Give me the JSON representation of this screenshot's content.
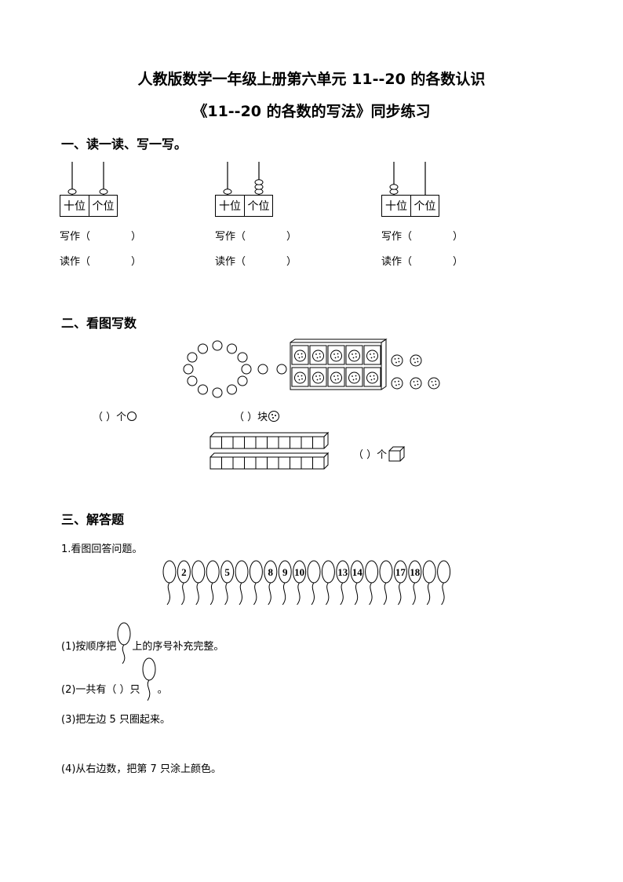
{
  "title_line1": "人教版数学一年级上册第六单元 11--20 的各数认识",
  "title_line2": "《11--20 的各数的写法》同步练习",
  "section1": {
    "heading": "一、读一读、写一写。",
    "abaci": [
      {
        "tens_label": "十位",
        "ones_label": "个位",
        "tens_beads": 1,
        "ones_beads": 1,
        "write_label": "写作（",
        "read_label": "读作（",
        "close": "）"
      },
      {
        "tens_label": "十位",
        "ones_label": "个位",
        "tens_beads": 1,
        "ones_beads": 3,
        "write_label": "写作（",
        "read_label": "读作（",
        "close": "）"
      },
      {
        "tens_label": "十位",
        "ones_label": "个位",
        "tens_beads": 2,
        "ones_beads": 0,
        "write_label": "写作（",
        "read_label": "读作（",
        "close": "）"
      }
    ]
  },
  "section2": {
    "heading": "二、看图写数",
    "ring_circles": 12,
    "loose_circles": 2,
    "tray_cookies": 10,
    "loose_cookies": 5,
    "blank_circles": "（      ）个",
    "blank_cookies": "（      ）块",
    "cube_rows": 2,
    "cubes_per_row": 10,
    "blank_cubes": "（      ）个"
  },
  "section3": {
    "heading": "三、解答题",
    "q1": "1.看图回答问题。",
    "balloon_count": 20,
    "balloon_labels": [
      "",
      "2",
      "",
      "",
      "5",
      "",
      "",
      "8",
      "9",
      "10",
      "",
      "",
      "13",
      "14",
      "",
      "",
      "17",
      "18",
      "",
      ""
    ],
    "sub1_a": "(1)按顺序把",
    "sub1_b": "上的序号补充完整。",
    "sub2_a": "(2)一共有（      ）只",
    "sub2_b": "。",
    "sub3": "(3)把左边 5 只圈起来。",
    "sub4": "(4)从右边数，把第 7 只涂上颜色。"
  }
}
